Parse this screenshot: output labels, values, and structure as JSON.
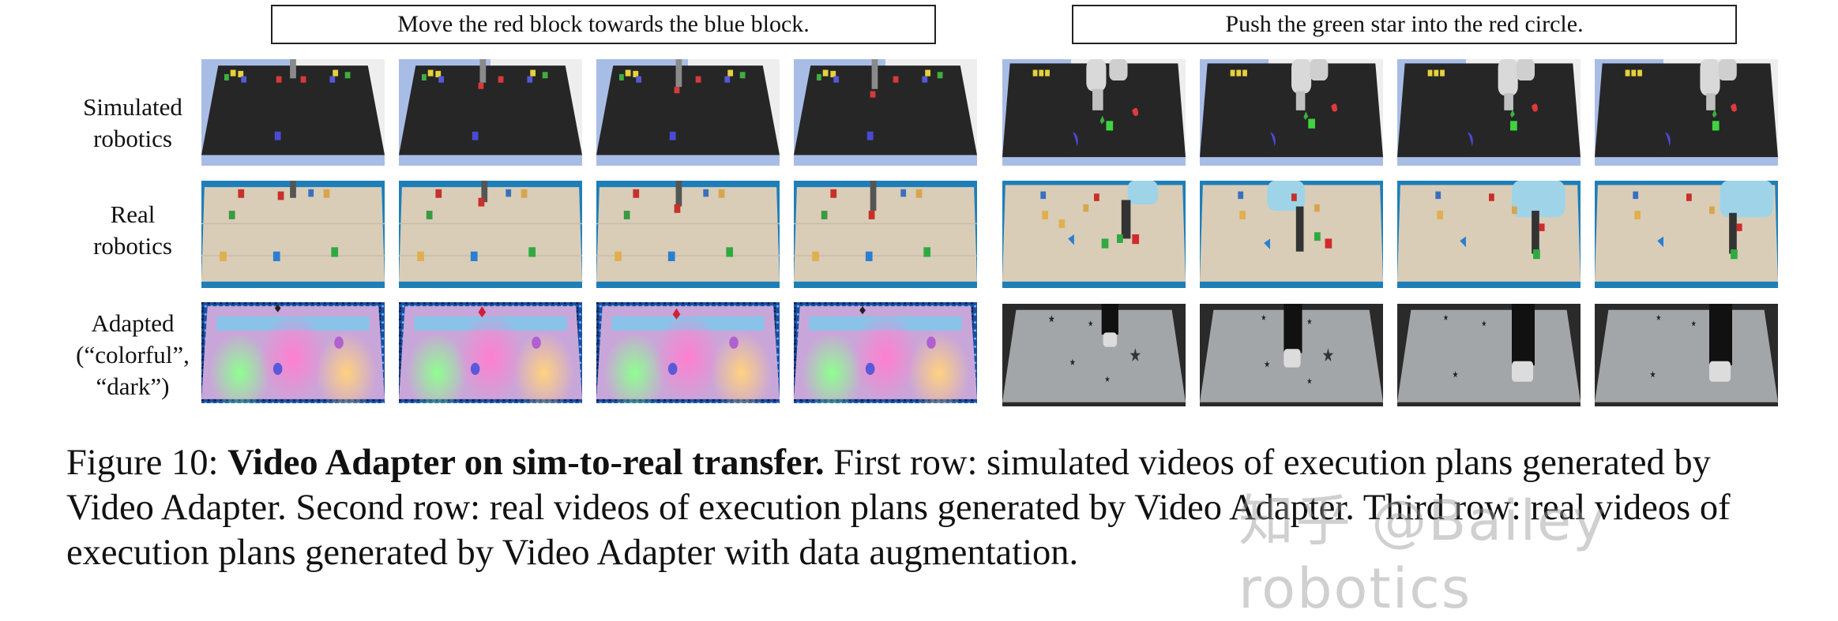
{
  "figure": {
    "tasks": [
      {
        "title": "Move the red block towards the blue block."
      },
      {
        "title": "Push the green star into the red circle."
      }
    ],
    "rows": [
      {
        "label_lines": [
          "Simulated",
          "robotics"
        ]
      },
      {
        "label_lines": [
          "Real",
          "robotics"
        ]
      },
      {
        "label_lines": [
          "Adapted",
          "(“colorful”,",
          "“dark”)"
        ]
      }
    ],
    "caption": {
      "prefix": "Figure 10: ",
      "bold": "Video Adapter on sim-to-real transfer.",
      "body": " First row: simulated videos of execution plans generated by Video Adapter. Second row: real videos of execution plans generated by Video Adapter. Third row: real videos of execution plans generated by Video Adapter with data augmentation."
    },
    "watermark": "知乎 @Bailey robotics"
  }
}
